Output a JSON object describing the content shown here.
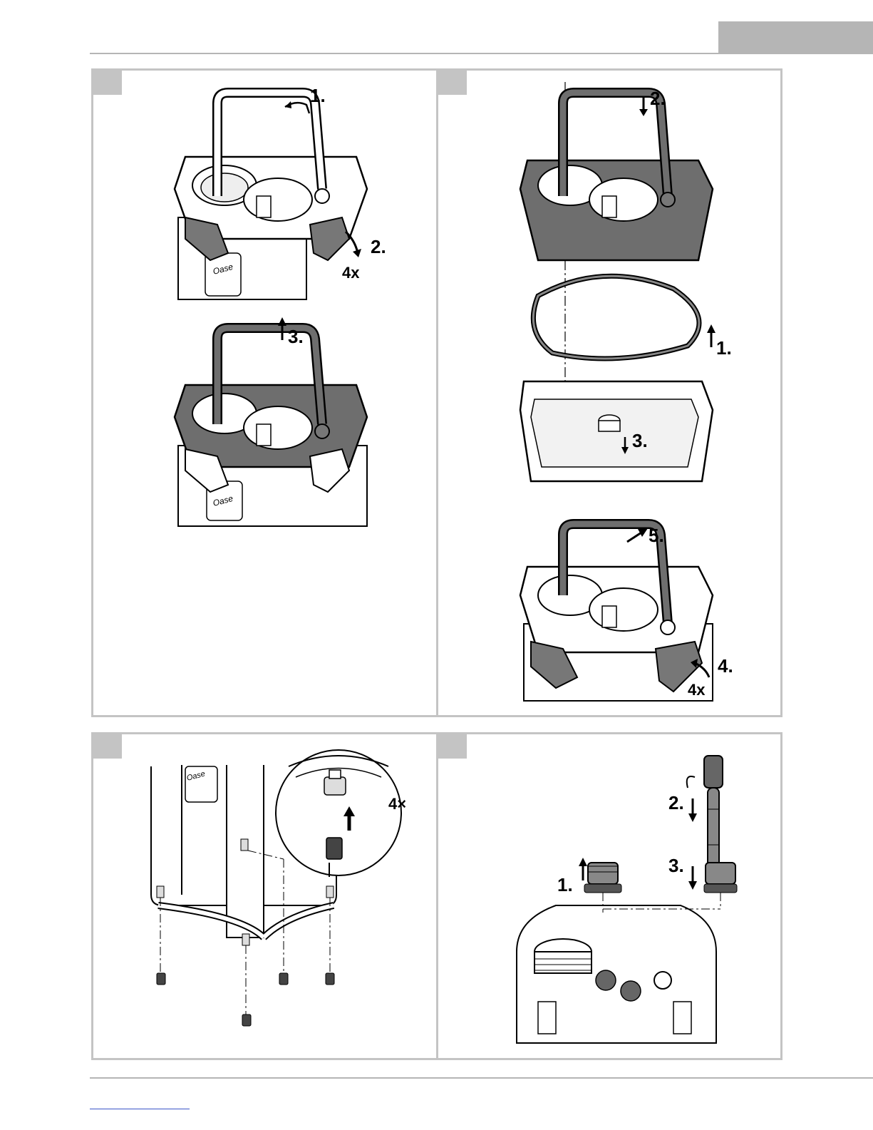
{
  "page": {
    "panel_a": {
      "top_figure": {
        "step1": "1.",
        "step2": "2.",
        "count": "4x",
        "brand": "Oase"
      },
      "bottom_figure": {
        "step3": "3.",
        "brand": "Oase"
      }
    },
    "panel_b": {
      "exploded_figure": {
        "step2": "2.",
        "step1": "1.",
        "step3": "3."
      },
      "assembled_figure": {
        "step5": "5.",
        "step4": "4.",
        "count": "4x"
      }
    },
    "panel_c": {
      "count": "4×",
      "brand": "Oase"
    },
    "panel_d": {
      "step1": "1.",
      "step2": "2.",
      "step3": "3."
    }
  },
  "colors": {
    "frame": "#c4c4c4",
    "lid_dark": "#6e6e6e",
    "header_tab": "#b5b5b5"
  }
}
